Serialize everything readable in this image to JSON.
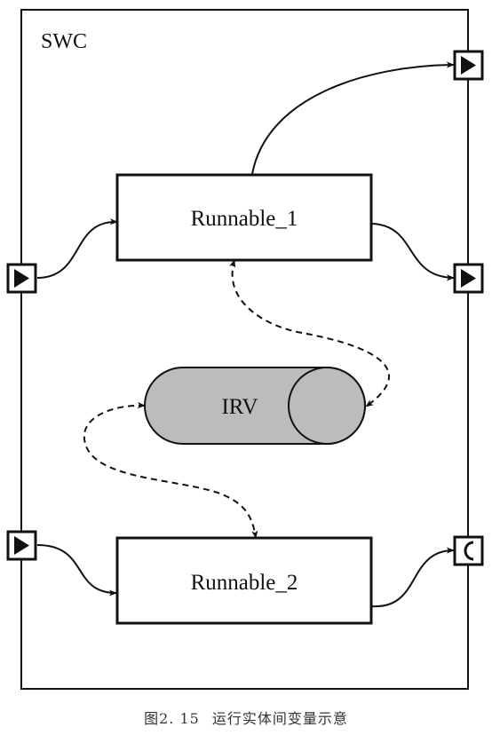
{
  "component": {
    "label": "SWC"
  },
  "runnables": [
    {
      "label": "Runnable_1"
    },
    {
      "label": "Runnable_2"
    }
  ],
  "irv": {
    "label": "IRV"
  },
  "caption": {
    "number": "图2. 15",
    "text": "运行实体间变量示意"
  },
  "ports": {
    "left_top": {
      "kind": "provider-triangle-icon"
    },
    "left_bottom": {
      "kind": "provider-triangle-icon"
    },
    "right_top": {
      "kind": "provider-triangle-icon"
    },
    "right_middle": {
      "kind": "provider-triangle-icon"
    },
    "right_bottom": {
      "kind": "client-port-icon"
    }
  },
  "colors": {
    "irv_fill": "#bcbcbc",
    "stroke": "#111111"
  }
}
